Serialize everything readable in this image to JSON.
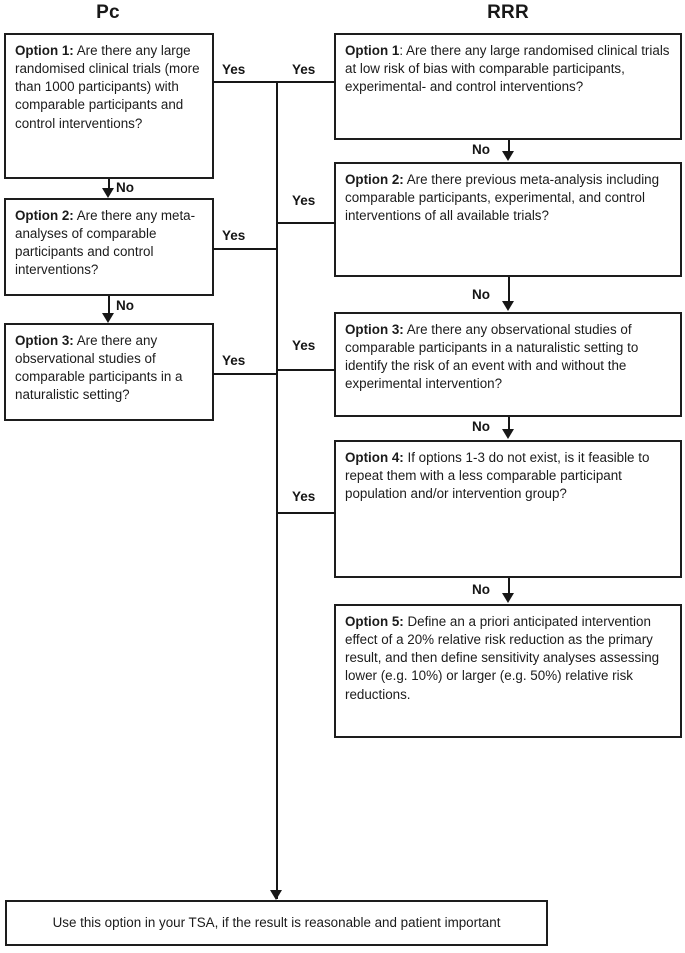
{
  "headers": {
    "left_column": "Pc",
    "right_column": "RRR"
  },
  "pc_boxes": [
    {
      "id": "pc1",
      "label": "Option 1:",
      "text": " Are there any large randomised clinical trials (more than 1000 participants) with comparable participants and control interventions?"
    },
    {
      "id": "pc2",
      "label": "Option 2:",
      "text": " Are there any meta-analyses of comparable participants and control interventions?"
    },
    {
      "id": "pc3",
      "label": "Option 3:",
      "text": " Are there any observational studies of comparable participants in a naturalistic setting?"
    }
  ],
  "rrr_boxes": [
    {
      "id": "rrr1",
      "label": "Option 1",
      "text": ": Are there any large randomised clinical trials at low risk of bias with comparable participants, experimental- and control interventions?"
    },
    {
      "id": "rrr2",
      "label": "Option 2:",
      "text": " Are there previous meta-analysis including comparable participants, experimental, and control interventions of all available trials?"
    },
    {
      "id": "rrr3",
      "label": "Option 3:",
      "text": " Are there any observational studies of comparable participants in a naturalistic setting to identify the risk of an event with and without the experimental intervention?"
    },
    {
      "id": "rrr4",
      "label": "Option 4:",
      "text": " If options 1-3 do not exist, is it feasible to repeat them with a less comparable participant population and/or intervention group?"
    },
    {
      "id": "rrr5",
      "label": "Option 5:",
      "text": " Define an a priori anticipated intervention effect of a 20% relative risk reduction as the primary result, and then define sensitivity analyses assessing lower (e.g. 10%) or larger (e.g. 50%) relative risk reductions."
    }
  ],
  "edge_labels": {
    "pc1_yes": "Yes",
    "pc1_no": "No",
    "pc2_yes": "Yes",
    "pc2_no": "No",
    "pc3_yes": "Yes",
    "trunk_yes_1": "Yes",
    "trunk_yes_2": "Yes",
    "trunk_yes_3": "Yes",
    "trunk_yes_4": "Yes",
    "rrr1_no": "No",
    "rrr2_no": "No",
    "rrr3_no": "No",
    "rrr4_no": "No"
  },
  "terminal": {
    "text": "Use this option in your TSA, if the result is reasonable and patient important"
  },
  "colors": {
    "stroke": "#1d1d1d",
    "text": "#1b1b1b",
    "background": "#ffffff"
  }
}
